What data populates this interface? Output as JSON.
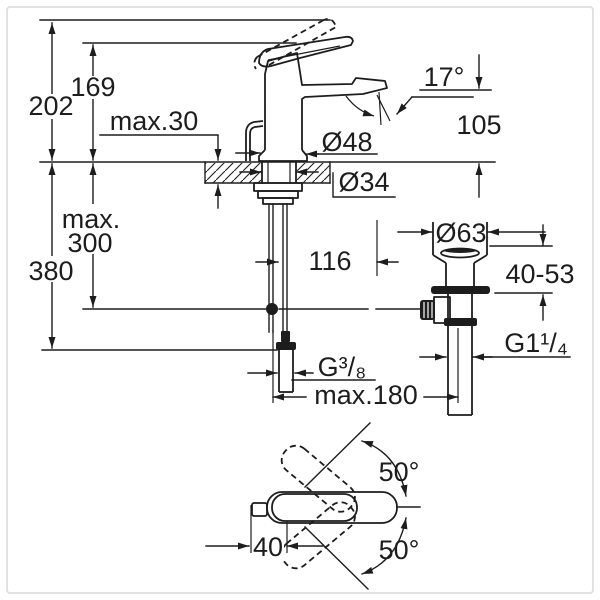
{
  "figure": {
    "kind": "technical dimension drawing, single-lever basin mixer with pop-up waste",
    "colors": {
      "background": "#ffffff",
      "frame": "#d8d8d8",
      "line": "#1d1d1d"
    },
    "labels": {
      "height_total": "202",
      "height_body": "169",
      "deck_max_thickness": "max.30",
      "spout_angle": "17°",
      "spout_height": "105",
      "base_diameter": "Ø48",
      "hole_diameter": "Ø34",
      "rod_max_word": "max.",
      "rod_max_value": "300",
      "hose_length": "380",
      "spout_reach": "116",
      "waste_flange_diameter": "Ø63",
      "clamp_range": "40-53",
      "supply_thread": "G³/₈",
      "waste_thread": "G1¹/₄",
      "waste_max_distance": "max.180",
      "handle_swing_upper": "50°",
      "handle_swing_lower": "50°",
      "handle_width": "40"
    }
  }
}
